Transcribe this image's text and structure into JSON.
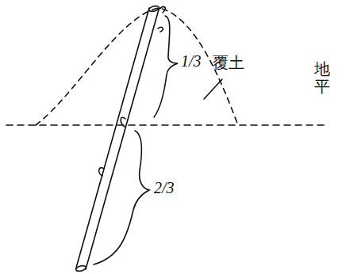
{
  "diagram": {
    "labels": [
      "1/3",
      "2/3",
      "覆土",
      "地平"
    ]
  }
}
